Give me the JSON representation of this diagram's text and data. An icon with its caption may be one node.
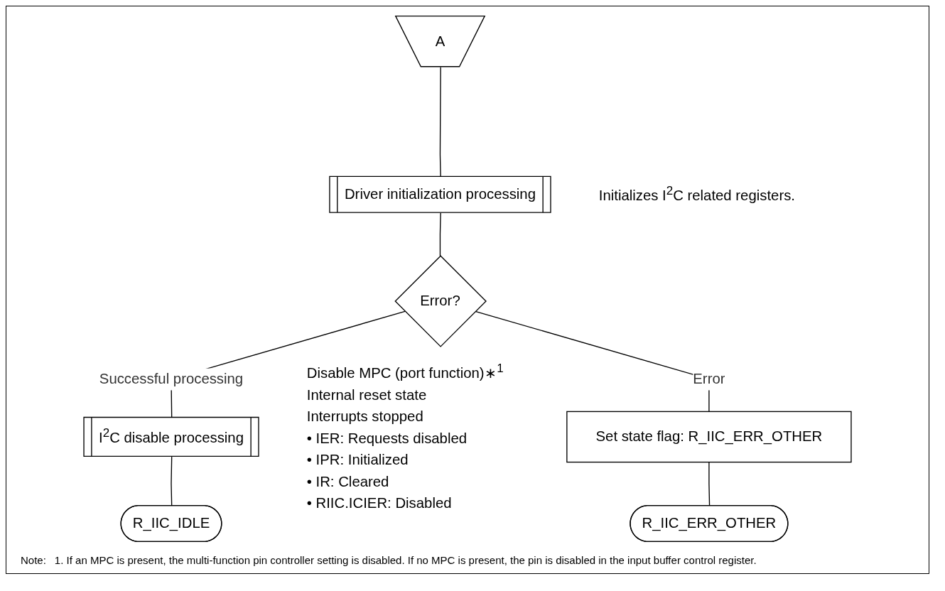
{
  "diagram": {
    "nodes": [
      {
        "text": [
          "A"
        ]
      },
      {
        "text": [
          "Driver initialization processing"
        ],
        "beside": [
          "Initializes I$^{2}$C related registers."
        ]
      },
      {
        "text": [
          "Error?"
        ]
      },
      {
        "text": [
          "I$^{2}$C disable processing"
        ],
        "beside": [
          "Disable MPC (port function)∗$^{1}$",
          "Internal reset state",
          "Interrupts stopped",
          "• IER: Requests disabled",
          "• IPR: Initialized",
          "• IR: Cleared",
          "• RIIC.ICIER: Disabled"
        ]
      },
      {
        "text": [
          "Set state flag: R_IIC_ERR_OTHER"
        ]
      },
      {
        "text": [
          "R_IIC_IDLE"
        ]
      },
      {
        "text": [
          "R_IIC_ERR_OTHER"
        ]
      }
    ],
    "edges": [
      {
        "from": 0,
        "to": 1,
        "arrow": "none"
      },
      {
        "from": 1,
        "to": 2,
        "arrow": "none"
      },
      {
        "from": 2,
        "to": 3,
        "arrow": "none",
        "label": "Successful processing"
      },
      {
        "from": 2,
        "to": 4,
        "arrow": "none",
        "label": "Error"
      },
      {
        "from": 3,
        "to": 5,
        "arrow": "none"
      },
      {
        "from": 4,
        "to": 6,
        "arrow": "none"
      }
    ],
    "labels": [
      "Note:",
      "1. If an MPC is present, the multi-function pin controller setting is disabled. If no MPC is present, the pin is disabled in the input buffer control register."
    ]
  }
}
